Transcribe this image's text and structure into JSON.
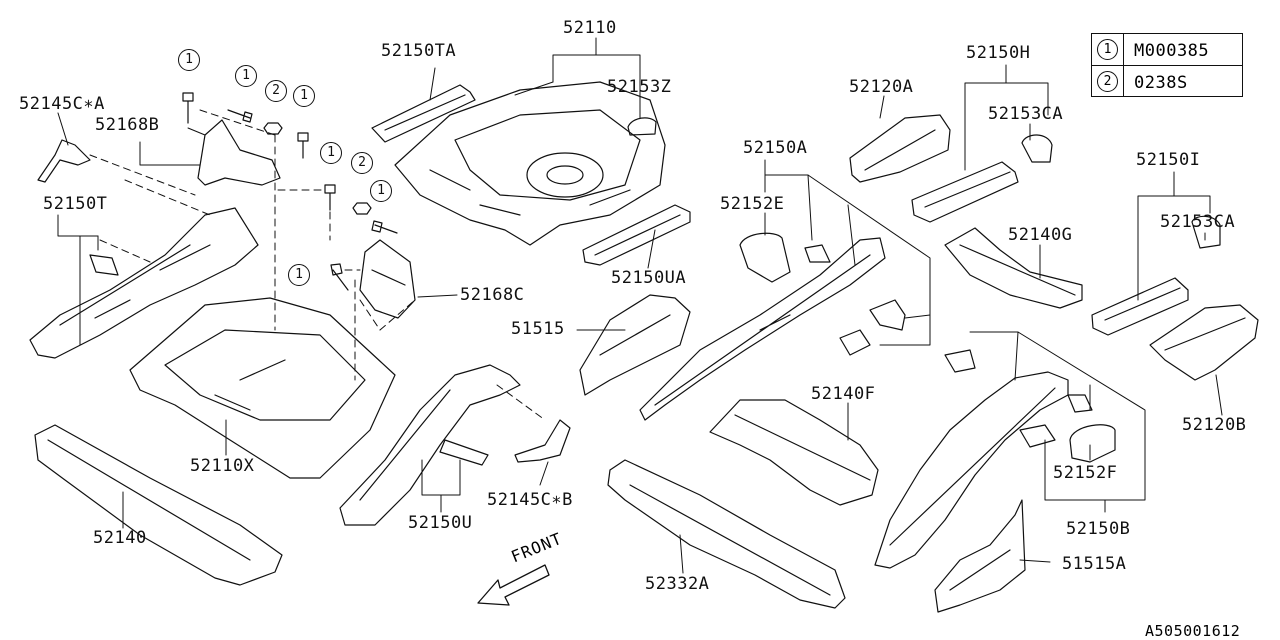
{
  "diagram": {
    "parts": [
      {
        "id": "p52110",
        "label": "52110"
      },
      {
        "id": "p52150TA",
        "label": "52150TA"
      },
      {
        "id": "p52153Z",
        "label": "52153Z"
      },
      {
        "id": "p52145CA",
        "label": "52145C∗A"
      },
      {
        "id": "p52168B",
        "label": "52168B"
      },
      {
        "id": "p52150T",
        "label": "52150T"
      },
      {
        "id": "p52168C",
        "label": "52168C"
      },
      {
        "id": "p52150UA",
        "label": "52150UA"
      },
      {
        "id": "p51515",
        "label": "51515"
      },
      {
        "id": "p52110X",
        "label": "52110X"
      },
      {
        "id": "p52140",
        "label": "52140"
      },
      {
        "id": "p52150U",
        "label": "52150U"
      },
      {
        "id": "p52145CB",
        "label": "52145C∗B"
      },
      {
        "id": "p52332A",
        "label": "52332A"
      },
      {
        "id": "p52120A",
        "label": "52120A"
      },
      {
        "id": "p52150H",
        "label": "52150H"
      },
      {
        "id": "p52153CA1",
        "label": "52153CA"
      },
      {
        "id": "p52150A",
        "label": "52150A"
      },
      {
        "id": "p52152E",
        "label": "52152E"
      },
      {
        "id": "p52140G",
        "label": "52140G"
      },
      {
        "id": "p52150I",
        "label": "52150I"
      },
      {
        "id": "p52153CA2",
        "label": "52153CA"
      },
      {
        "id": "p52120B",
        "label": "52120B"
      },
      {
        "id": "p52140F",
        "label": "52140F"
      },
      {
        "id": "p52152F",
        "label": "52152F"
      },
      {
        "id": "p52150B",
        "label": "52150B"
      },
      {
        "id": "p51515A",
        "label": "51515A"
      }
    ],
    "callouts": [
      "1",
      "1",
      "2",
      "1",
      "1",
      "2",
      "1",
      "1"
    ],
    "legend": [
      {
        "num": "1",
        "code": "M000385"
      },
      {
        "num": "2",
        "code": "0238S"
      }
    ],
    "front_label": "FRONT",
    "figure_id": "A505001612"
  }
}
